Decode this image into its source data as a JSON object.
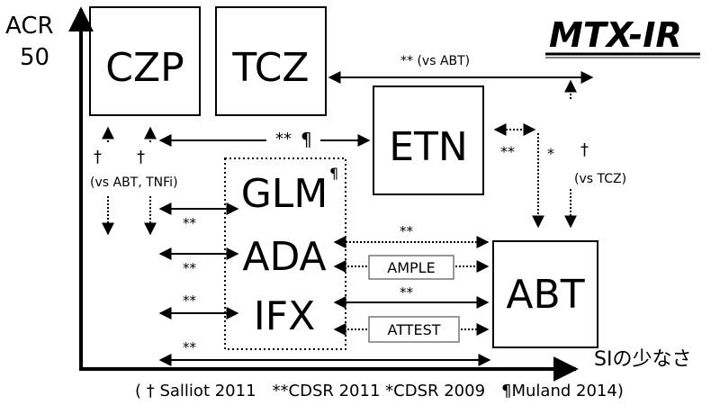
{
  "title": "MTX-IR",
  "axes": {
    "y_label_line1": "ACR",
    "y_label_line2": "50",
    "x_label": "SIの少なさ"
  },
  "drugs": {
    "czp": "CZP",
    "tcz": "TCZ",
    "etn": "ETN",
    "glm": "GLM",
    "ada": "ADA",
    "ifx": "IFX",
    "abt": "ABT"
  },
  "studies": {
    "ample": "AMPLE",
    "attest": "ATTEST"
  },
  "annotations": {
    "tcz_abt": "** (vs ABT)",
    "czp_etn_stars": "**",
    "para": "¶",
    "dagger": "†",
    "vs_abt_tnfi": "(vs ABT, TNFi)",
    "glm_para": "¶",
    "etn_abt_stars": "**",
    "single_star": "*",
    "vs_tcz": "(vs TCZ)",
    "glm_stars": "**",
    "ada_stars": "**",
    "ifx_stars": "**",
    "bottom_stars": "**",
    "ada_abt_stars": "**",
    "ifx_abt_stars": "**"
  },
  "footnote": "( † Salliot 2011　**CDSR 2011 *CDSR 2009　¶Muland 2014)"
}
